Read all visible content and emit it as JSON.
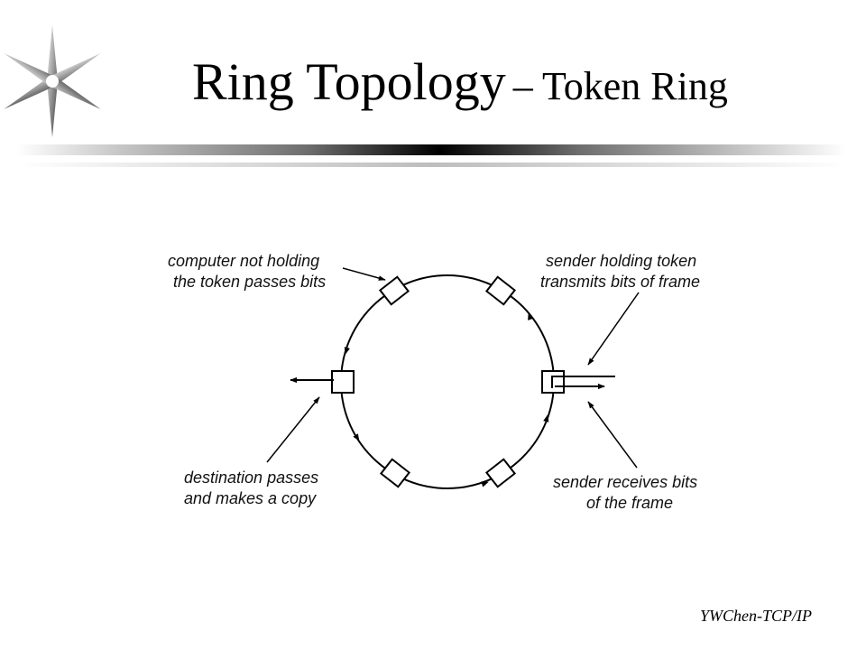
{
  "slide": {
    "title_main": "Ring Topology",
    "title_sub": "– Token Ring",
    "footer": "YWChen-TCP/IP"
  },
  "diagram": {
    "labels": {
      "not_holding_line1": "computer not holding",
      "not_holding_line2": "the token passes bits",
      "sender_line1": "sender holding token",
      "sender_line2": "transmits bits of frame",
      "destination_line1": "destination passes",
      "destination_line2": "and makes a copy",
      "receives_line1": "sender receives bits",
      "receives_line2": "of the frame"
    }
  }
}
